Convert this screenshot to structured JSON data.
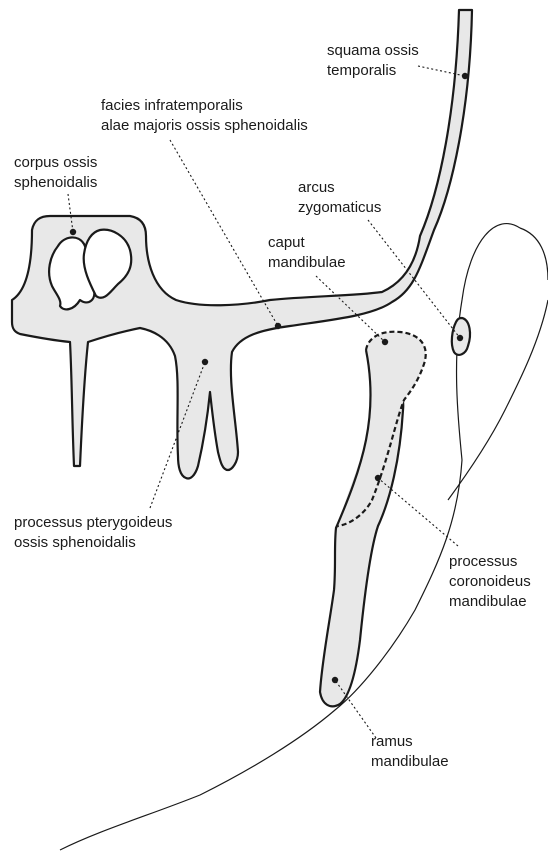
{
  "labels": {
    "squama": [
      "squama ossis",
      "temporalis"
    ],
    "facies": [
      "facies infratemporalis",
      "alae majoris ossis sphenoidalis"
    ],
    "corpus": [
      "corpus ossis",
      "sphenoidalis"
    ],
    "arcus": [
      "arcus",
      "zygomaticus"
    ],
    "caput": [
      "caput",
      "mandibulae"
    ],
    "pterygoid": [
      "processus pterygoideus",
      "ossis sphenoidalis"
    ],
    "coronoid": [
      "processus",
      "coronoideus",
      "mandibulae"
    ],
    "ramus": [
      "ramus",
      "mandibulae"
    ]
  },
  "colors": {
    "bone_fill": "#e8e8e8",
    "stroke": "#1a1a1a",
    "background": "#ffffff"
  }
}
